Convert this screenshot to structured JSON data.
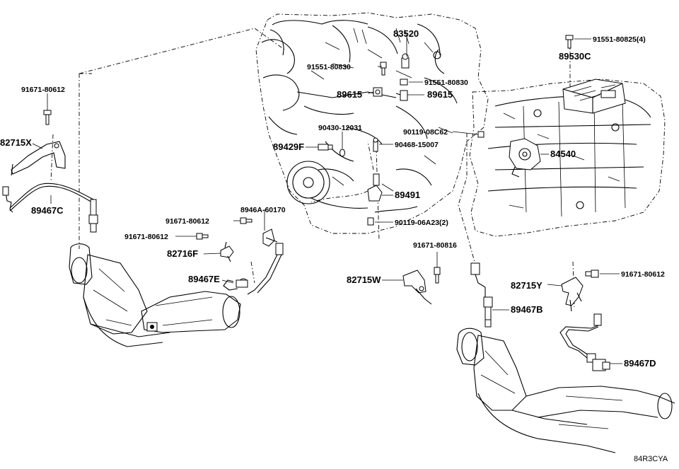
{
  "figure_code": "84R3CYA",
  "labels": [
    {
      "id": "83520",
      "text": "83520"
    },
    {
      "id": "91551-80825",
      "text": "91551-80825(4)"
    },
    {
      "id": "89530C",
      "text": "89530C"
    },
    {
      "id": "91551-80830-a",
      "text": "91551-80830"
    },
    {
      "id": "91551-80830-b",
      "text": "91551-80830"
    },
    {
      "id": "89615-a",
      "text": "89615"
    },
    {
      "id": "89615-b",
      "text": "89615"
    },
    {
      "id": "91671-80612-a",
      "text": "91671-80612"
    },
    {
      "id": "82715X",
      "text": "82715X"
    },
    {
      "id": "90430-12031",
      "text": "90430-12031"
    },
    {
      "id": "90119-08C62",
      "text": "90119-08C62"
    },
    {
      "id": "89429F",
      "text": "89429F"
    },
    {
      "id": "90468-15007",
      "text": "90468-15007"
    },
    {
      "id": "84540",
      "text": "84540"
    },
    {
      "id": "89467C",
      "text": "89467C"
    },
    {
      "id": "89491",
      "text": "89491"
    },
    {
      "id": "91671-80612-b",
      "text": "91671-80612"
    },
    {
      "id": "8946A-60170",
      "text": "8946A-60170"
    },
    {
      "id": "90119-06A23",
      "text": "90119-06A23(2)"
    },
    {
      "id": "91671-80612-c",
      "text": "91671-80612"
    },
    {
      "id": "82716F",
      "text": "82716F"
    },
    {
      "id": "91671-80816",
      "text": "91671-80816"
    },
    {
      "id": "89467E",
      "text": "89467E"
    },
    {
      "id": "82715W",
      "text": "82715W"
    },
    {
      "id": "82715Y",
      "text": "82715Y"
    },
    {
      "id": "91671-80612-d",
      "text": "91671-80612"
    },
    {
      "id": "89467B",
      "text": "89467B"
    },
    {
      "id": "89467D",
      "text": "89467D"
    }
  ]
}
